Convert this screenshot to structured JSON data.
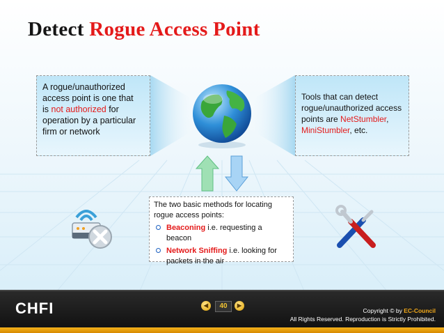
{
  "title": {
    "part1": "Detect",
    "part2": "Rogue Access Point"
  },
  "left_box": {
    "line1": "A rogue/unauthorized",
    "line2": "access point is one that",
    "line3a": "is ",
    "line3b": "not authorized",
    "line3c": " for",
    "line4": "operation by a particular",
    "line5": "firm or network"
  },
  "right_box": {
    "line1": "Tools that can detect",
    "line2": "rogue/unauthorized access",
    "line3a": "points are ",
    "line3b": "NetStumbler",
    "line3c": ",",
    "line4a": "MiniStumbler",
    "line4b": ", etc."
  },
  "bottom_box": {
    "line1": "The two basic methods for locating",
    "line2": "rogue access points:",
    "items": [
      {
        "term": "Beaconing",
        "desc": " i.e. requesting a beacon",
        "desc2": ""
      },
      {
        "term": "Network Sniffing",
        "desc": " i.e. looking for",
        "desc2": "packets in the air"
      }
    ]
  },
  "footer": {
    "logo_letters": "CHFI",
    "page_number": "40",
    "copyright_prefix": "Copyright © by ",
    "copyright_brand": "EC-Council",
    "rights": "All Rights Reserved. Reproduction is Strictly Prohibited."
  },
  "icons": [
    "globe-icon",
    "arrow-up-icon",
    "arrow-down-icon",
    "wireless-router-icon",
    "tools-icon"
  ],
  "colors": {
    "accent_red": "#e41a1a",
    "footer_gold": "#f1a81a",
    "box_blue": "#bfe6f8"
  }
}
